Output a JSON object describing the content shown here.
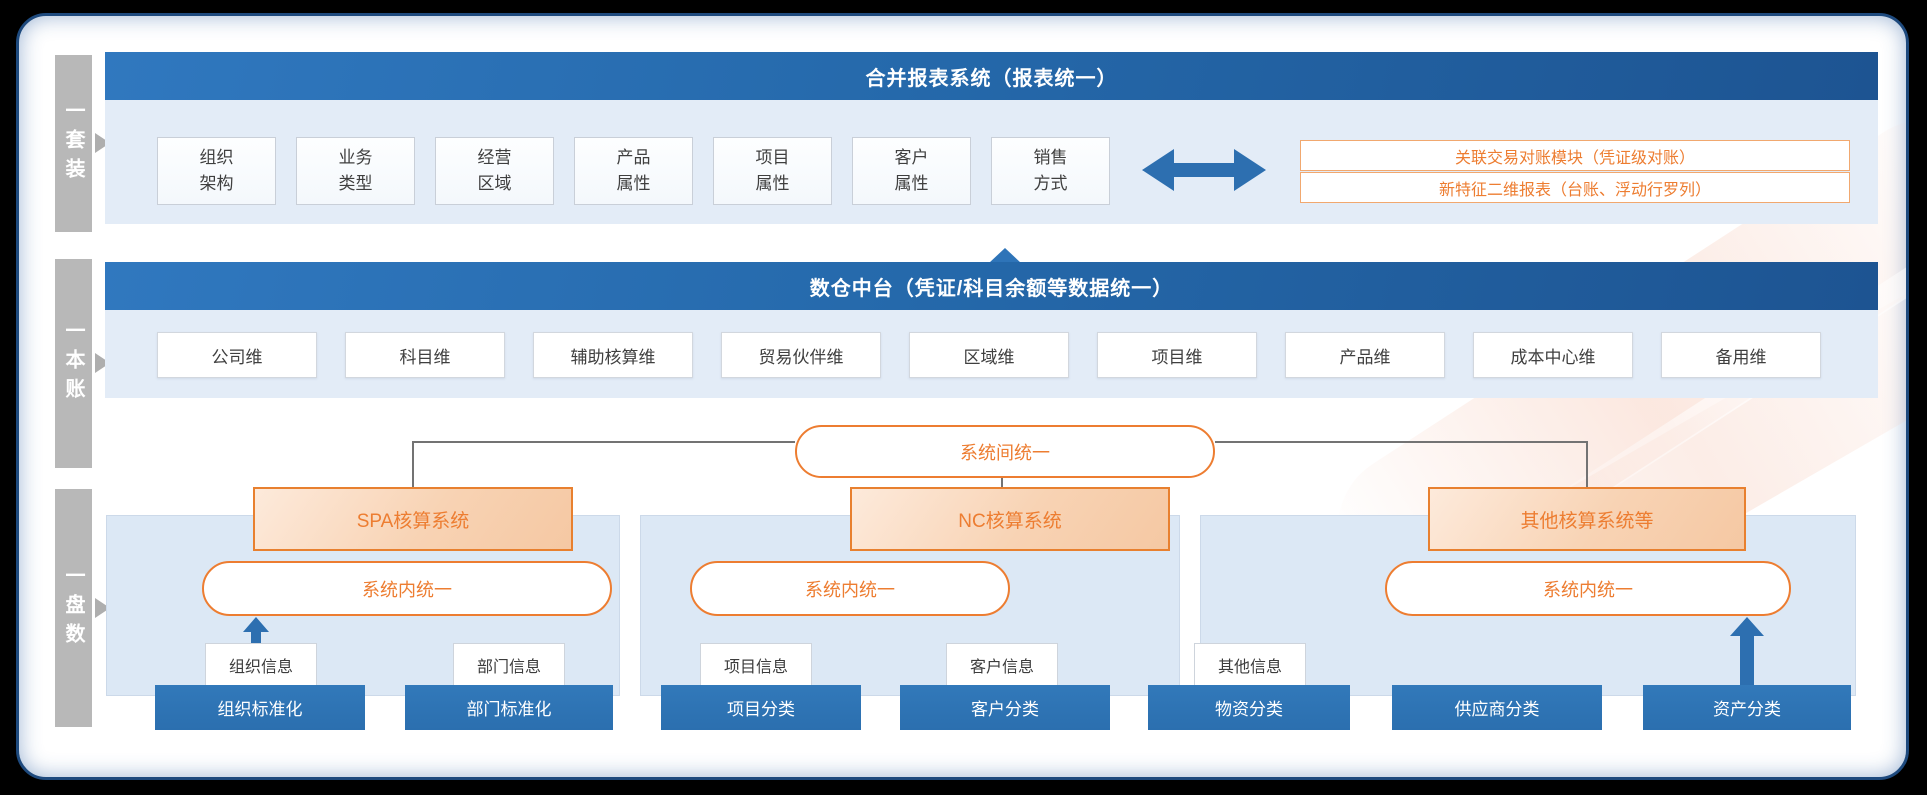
{
  "side_labels": [
    "一套装",
    "一本账",
    "一盘数"
  ],
  "section_top": {
    "header": "合并报表系统（报表统一）",
    "attribute_boxes": [
      [
        "组织",
        "架构"
      ],
      [
        "业务",
        "类型"
      ],
      [
        "经营",
        "区域"
      ],
      [
        "产品",
        "属性"
      ],
      [
        "项目",
        "属性"
      ],
      [
        "客户",
        "属性"
      ],
      [
        "销售",
        "方式"
      ]
    ],
    "module_boxes": [
      "关联交易对账模块（凭证级对账）",
      "新特征二维报表（台账、浮动行罗列）"
    ]
  },
  "section_middle": {
    "header": "数仓中台（凭证/科目余额等数据统一）",
    "dimension_boxes": [
      "公司维",
      "科目维",
      "辅助核算维",
      "贸易伙伴维",
      "区域维",
      "项目维",
      "产品维",
      "成本中心维",
      "备用维"
    ]
  },
  "section_bottom": {
    "inter_system_pill": "系统间统一",
    "systems": [
      {
        "name": "SPA核算系统",
        "pill": "系统内统一"
      },
      {
        "name": "NC核算系统",
        "pill": "系统内统一"
      },
      {
        "name": "其他核算系统等",
        "pill": "系统内统一"
      }
    ],
    "info_boxes": [
      "组织信息",
      "部门信息",
      "项目信息",
      "客户信息",
      "其他信息"
    ],
    "classify_boxes": [
      "组织标准化",
      "部门标准化",
      "项目分类",
      "客户分类",
      "物资分类",
      "供应商分类",
      "资产分类"
    ]
  },
  "colors": {
    "header_blue": "#2e75b6",
    "accent_orange": "#ed7d31",
    "panel_blue": "#e3ecf7",
    "bottom_panel_blue": "#dce8f5",
    "classify_blue": "#2e75b6",
    "bar_gray": "#b8b8b8",
    "connector_gray": "#737373",
    "arrow_blue": "#2d6fb0"
  }
}
